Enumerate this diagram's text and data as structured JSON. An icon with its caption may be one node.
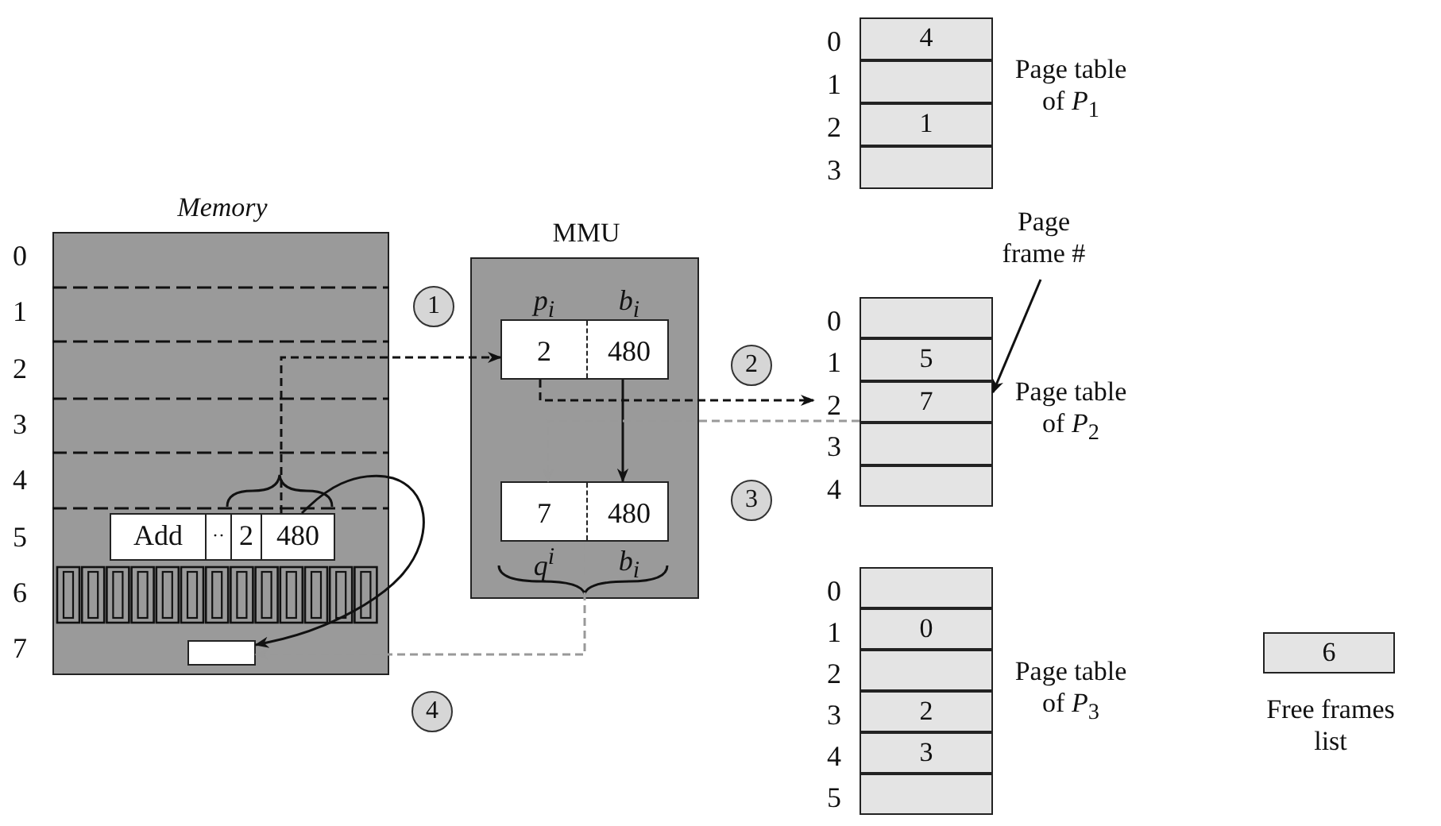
{
  "diagram": {
    "nodes": [
      {
        "text": [
          "Memory"
        ]
      },
      {
        "text": [
          "Add",
          "··",
          "2",
          "480"
        ],
        "in": 0
      },
      {
        "text": [],
        "shape": "box",
        "in": 0
      },
      {
        "text": [
          "1"
        ]
      },
      {
        "text": [
          "MMU"
        ]
      },
      {
        "text": [
          "p$_{i}$",
          "b$_{i}$",
          "2",
          "480"
        ],
        "in": 4
      },
      {
        "text": [
          "7",
          "480",
          "q$^{i}$",
          "b$_{i}$"
        ],
        "in": 4
      },
      {
        "text": [
          "2"
        ]
      },
      {
        "text": [
          "3"
        ]
      },
      {
        "text": [
          "4"
        ]
      },
      {
        "text": [
          "Page table of *P*$_{1}$"
        ]
      },
      {
        "text": [
          "4"
        ],
        "beside": [
          "0"
        ],
        "in": 10
      },
      {
        "text": [],
        "shape": "box",
        "beside": [
          "1"
        ],
        "in": 10
      },
      {
        "text": [
          "1"
        ],
        "beside": [
          "2"
        ],
        "in": 10
      },
      {
        "text": [],
        "shape": "box",
        "beside": [
          "3"
        ],
        "in": 10
      },
      {
        "text": [
          "Page frame #"
        ]
      },
      {
        "text": [
          "Page table of *P*$_{2}$"
        ]
      },
      {
        "text": [],
        "shape": "box",
        "beside": [
          "0"
        ],
        "in": 16
      },
      {
        "text": [
          "5"
        ],
        "beside": [
          "1"
        ],
        "in": 16
      },
      {
        "text": [
          "7"
        ],
        "beside": [
          "2"
        ],
        "in": 16
      },
      {
        "text": [],
        "shape": "box",
        "beside": [
          "3"
        ],
        "in": 16
      },
      {
        "text": [],
        "shape": "box",
        "beside": [
          "4"
        ],
        "in": 16
      },
      {
        "text": [
          "Page table of *P*$_{3}$"
        ]
      },
      {
        "text": [],
        "shape": "box",
        "beside": [
          "0"
        ],
        "in": 22
      },
      {
        "text": [
          "0"
        ],
        "beside": [
          "1"
        ],
        "in": 22
      },
      {
        "text": [],
        "shape": "box",
        "beside": [
          "2"
        ],
        "in": 22
      },
      {
        "text": [
          "2"
        ],
        "beside": [
          "3"
        ],
        "in": 22
      },
      {
        "text": [
          "3"
        ],
        "beside": [
          "4"
        ],
        "in": 22
      },
      {
        "text": [],
        "shape": "box",
        "beside": [
          "5"
        ],
        "in": 22
      },
      {
        "text": [
          "6"
        ],
        "beside": [
          "Free frames list"
        ]
      }
    ],
    "edges": [
      {
        "from": 1,
        "to": 5,
        "arrow": "to",
        "style": "dashed"
      },
      {
        "from": 1,
        "to": 2,
        "arrow": "to"
      },
      {
        "from": 5,
        "to": 16,
        "arrow": "to",
        "style": "dashed"
      },
      {
        "from": 5,
        "to": 6,
        "arrow": "to"
      },
      {
        "from": 19,
        "to": 6,
        "arrow": "to",
        "style": "dashed",
        "color": "#999999"
      },
      {
        "from": 6,
        "to": 2,
        "arrow": "to",
        "style": "dashed",
        "color": "#999999"
      },
      {
        "from": 15,
        "to": 19,
        "arrow": "to"
      }
    ],
    "labels": [
      "0",
      "1",
      "2",
      "3",
      "4",
      "5",
      "6",
      "7"
    ]
  }
}
